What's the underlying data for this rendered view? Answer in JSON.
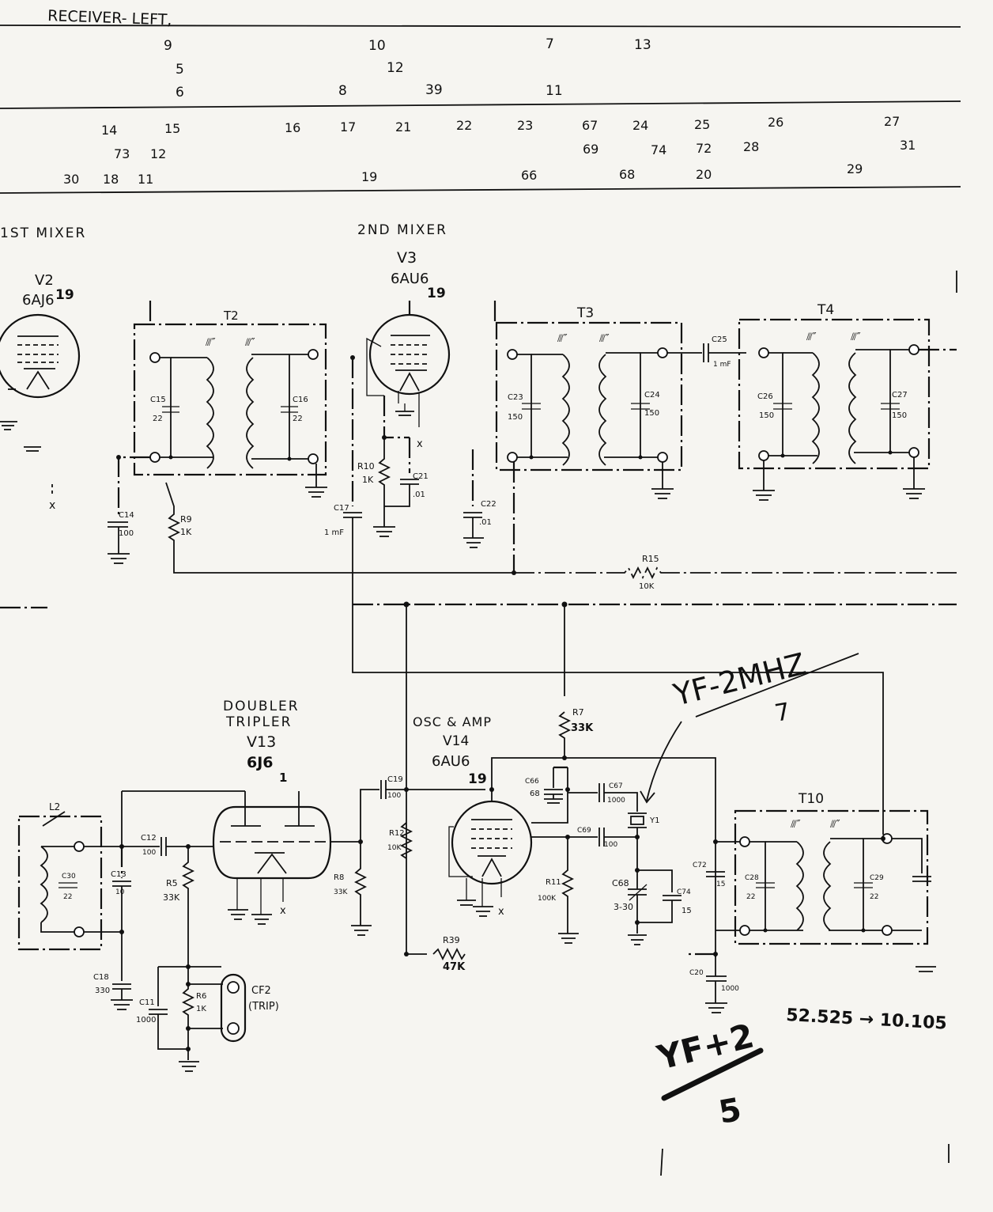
{
  "header": {
    "title": "RECEIVER- LEFT,",
    "row1": [
      "9",
      "5",
      "6",
      "10",
      "12",
      "8",
      "39",
      "7",
      "11",
      "13"
    ],
    "row2": [
      "14",
      "73",
      "30",
      "18",
      "11",
      "15",
      "12",
      "16",
      "17",
      "21",
      "19",
      "22",
      "23",
      "66",
      "67",
      "69",
      "68",
      "24",
      "74",
      "25",
      "72",
      "20",
      "28",
      "26",
      "29",
      "27",
      "31"
    ]
  },
  "stages": {
    "mixer1": {
      "title": "1ST MIXER",
      "tube": "V2",
      "type": "6AJ6",
      "suffix": "19"
    },
    "mixer2": {
      "title": "2ND MIXER",
      "tube": "V3",
      "type": "6AU6",
      "suffix": "19"
    },
    "doubler": {
      "title1": "DOUBLER",
      "title2": "TRIPLER",
      "tube": "V13",
      "type": "6J6",
      "suffix": "1"
    },
    "osc": {
      "title": "OSC & AMP",
      "tube": "V14",
      "type": "6AU6",
      "suffix": "19"
    }
  },
  "transformers": {
    "t2": "T2",
    "t3": "T3",
    "t4": "T4",
    "t10": "T10",
    "l2": "L2"
  },
  "components": {
    "c15": "C15",
    "c15v": "22",
    "c16": "C16",
    "c16v": "22",
    "c14": "C14",
    "c14v": "100",
    "r9": "R9",
    "r9v": "1K",
    "c17": "C17",
    "c17v": "1 mF",
    "r10": "R10",
    "r10v": "1K",
    "c21": "C21",
    "c21v": ".01",
    "c22": "C22",
    "c22v": ".01",
    "c23": "C23",
    "c23v": "150",
    "c24": "C24",
    "c24v": "150",
    "c25": "C25",
    "c25v": "1 mF",
    "c26": "C26",
    "c26v": "150",
    "c27": "C27",
    "c27v": "150",
    "r15": "R15",
    "r15v": "10K",
    "c12": "C12",
    "c12v": "100",
    "c13": "C13",
    "c13v": "10",
    "r5": "R5",
    "r5v": "33K",
    "r8": "R8",
    "r8v": "33K",
    "c19": "C19",
    "c19v": "100",
    "r12": "R12",
    "r12v": "10K",
    "r7": "R7",
    "r7v": "33K",
    "c66": "C66",
    "c66v": "68",
    "c67": "C67",
    "c67v": "1000",
    "c69": "C69",
    "c69v": "100",
    "r11": "R11",
    "r11v": "100K",
    "c68": "C68",
    "c68v": "3-30",
    "c74": "C74",
    "c74v": "15",
    "c72": "C72",
    "c72v": "15",
    "c28": "C28",
    "c28v": "22",
    "c29": "C29",
    "c29v": "22",
    "c18": "C18",
    "c18v": "330",
    "c11": "C11",
    "c11v": "1000",
    "r6": "R6",
    "r6v": "1K",
    "r39": "R39",
    "r39v": "47K",
    "c20": "C20",
    "c20v": "1000",
    "y1": "Y1",
    "cf2": "CF2",
    "cf2b": "(TRIP)",
    "c30": "C30",
    "c30v": "22"
  },
  "annotations": {
    "note1_a": "YF-2MHZ",
    "note1_b": "7",
    "note2_a": "YF+2",
    "note2_b": "5",
    "note3": "52.525 → 10.105"
  }
}
